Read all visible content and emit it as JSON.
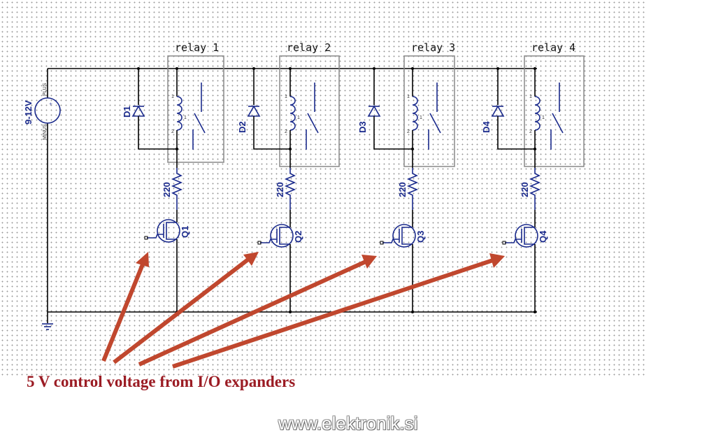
{
  "source": {
    "label": "9-12V",
    "plus": "PLUS",
    "minus": "MINUS"
  },
  "relays": [
    {
      "label": "relay 1",
      "diode": "D1",
      "resistor": "220",
      "transistor": "Q1"
    },
    {
      "label": "relay 2",
      "diode": "D2",
      "resistor": "220",
      "transistor": "Q2"
    },
    {
      "label": "relay 3",
      "diode": "D3",
      "resistor": "220",
      "transistor": "Q3"
    },
    {
      "label": "relay 4",
      "diode": "D4",
      "resistor": "220",
      "transistor": "Q4"
    }
  ],
  "pins": {
    "one": "1",
    "two": "2"
  },
  "caption": "5 V control voltage from I/O expanders",
  "watermark": "www.elektronik.si",
  "colors": {
    "arrow": "#c0472e",
    "caption": "#9b1c24",
    "component": "#1a2a8c"
  }
}
